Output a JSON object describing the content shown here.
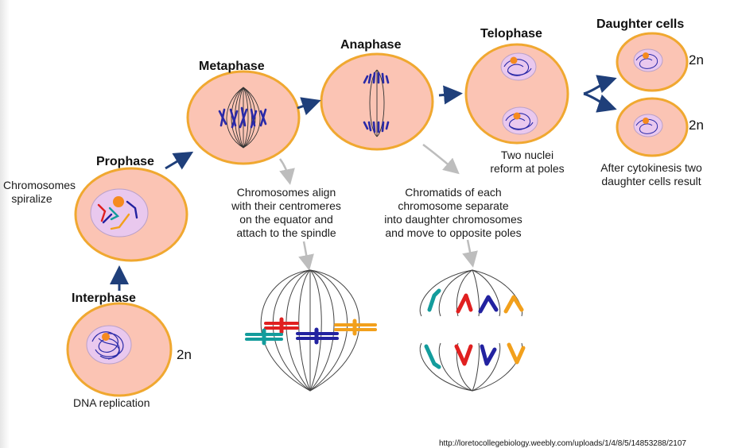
{
  "phases": {
    "interphase": "Interphase",
    "prophase": "Prophase",
    "metaphase": "Metaphase",
    "anaphase": "Anaphase",
    "telophase": "Telophase",
    "daughter_cells": "Daughter cells"
  },
  "ploidy": {
    "interphase": "2n",
    "daughter_top": "2n",
    "daughter_bottom": "2n"
  },
  "notes": {
    "dna_replication": "DNA replication",
    "chromosomes_spiralize": [
      "Chromosomes",
      "spiralize"
    ],
    "metaphase_desc": [
      "Chromosomes align",
      "with their centromeres",
      "on the equator and",
      "attach to the spindle"
    ],
    "anaphase_desc": [
      "Chromatids of each",
      "chromosome separate",
      "into daughter chromosomes",
      "and move to opposite poles"
    ],
    "telophase_desc": [
      "Two nuclei",
      "reform at poles"
    ],
    "cytokinesis_desc": [
      "After cytokinesis two",
      "daughter cells result"
    ]
  },
  "source_url": "http://loretocollegebiology.weebly.com/uploads/1/4/8/5/14853288/2107",
  "colors": {
    "cell_fill": "#fbc4b4",
    "cell_border": "#f0a830",
    "chromosome_blue": "#2a2aa8",
    "flow_arrow": "#1f3f7a",
    "grey_arrow": "#bdbdbd",
    "red": "#e02020",
    "teal": "#139c9c",
    "navy": "#2222a0",
    "orange": "#f2a01c"
  }
}
